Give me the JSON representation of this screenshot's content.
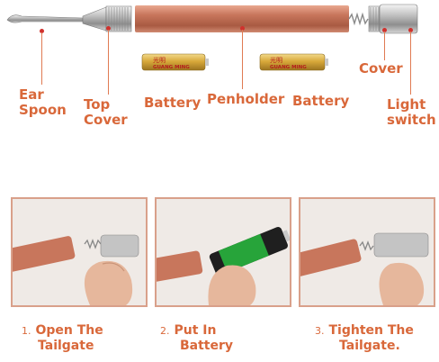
{
  "labels": {
    "ear_spoon": [
      "Ear",
      "Spoon"
    ],
    "top_cover": [
      "Top",
      "Cover"
    ],
    "battery_left": "Battery",
    "penholder": "Penholder",
    "battery_right": "Battery",
    "cover": "Cover",
    "light_switch": [
      "Light",
      "switch"
    ]
  },
  "battery_print": {
    "brand_cn": "光明",
    "brand": "GUANG MING"
  },
  "steps": [
    {
      "number": "1.",
      "line1": "Open The",
      "line2": "Tailgate"
    },
    {
      "number": "2.",
      "line1": "Put In",
      "line2": "Battery"
    },
    {
      "number": "3.",
      "line1": "Tighten The",
      "line2": "Tailgate."
    }
  ],
  "colors": {
    "label": "#d9683a",
    "pen_body": "#c8765c",
    "frame": "#d9a08a"
  }
}
